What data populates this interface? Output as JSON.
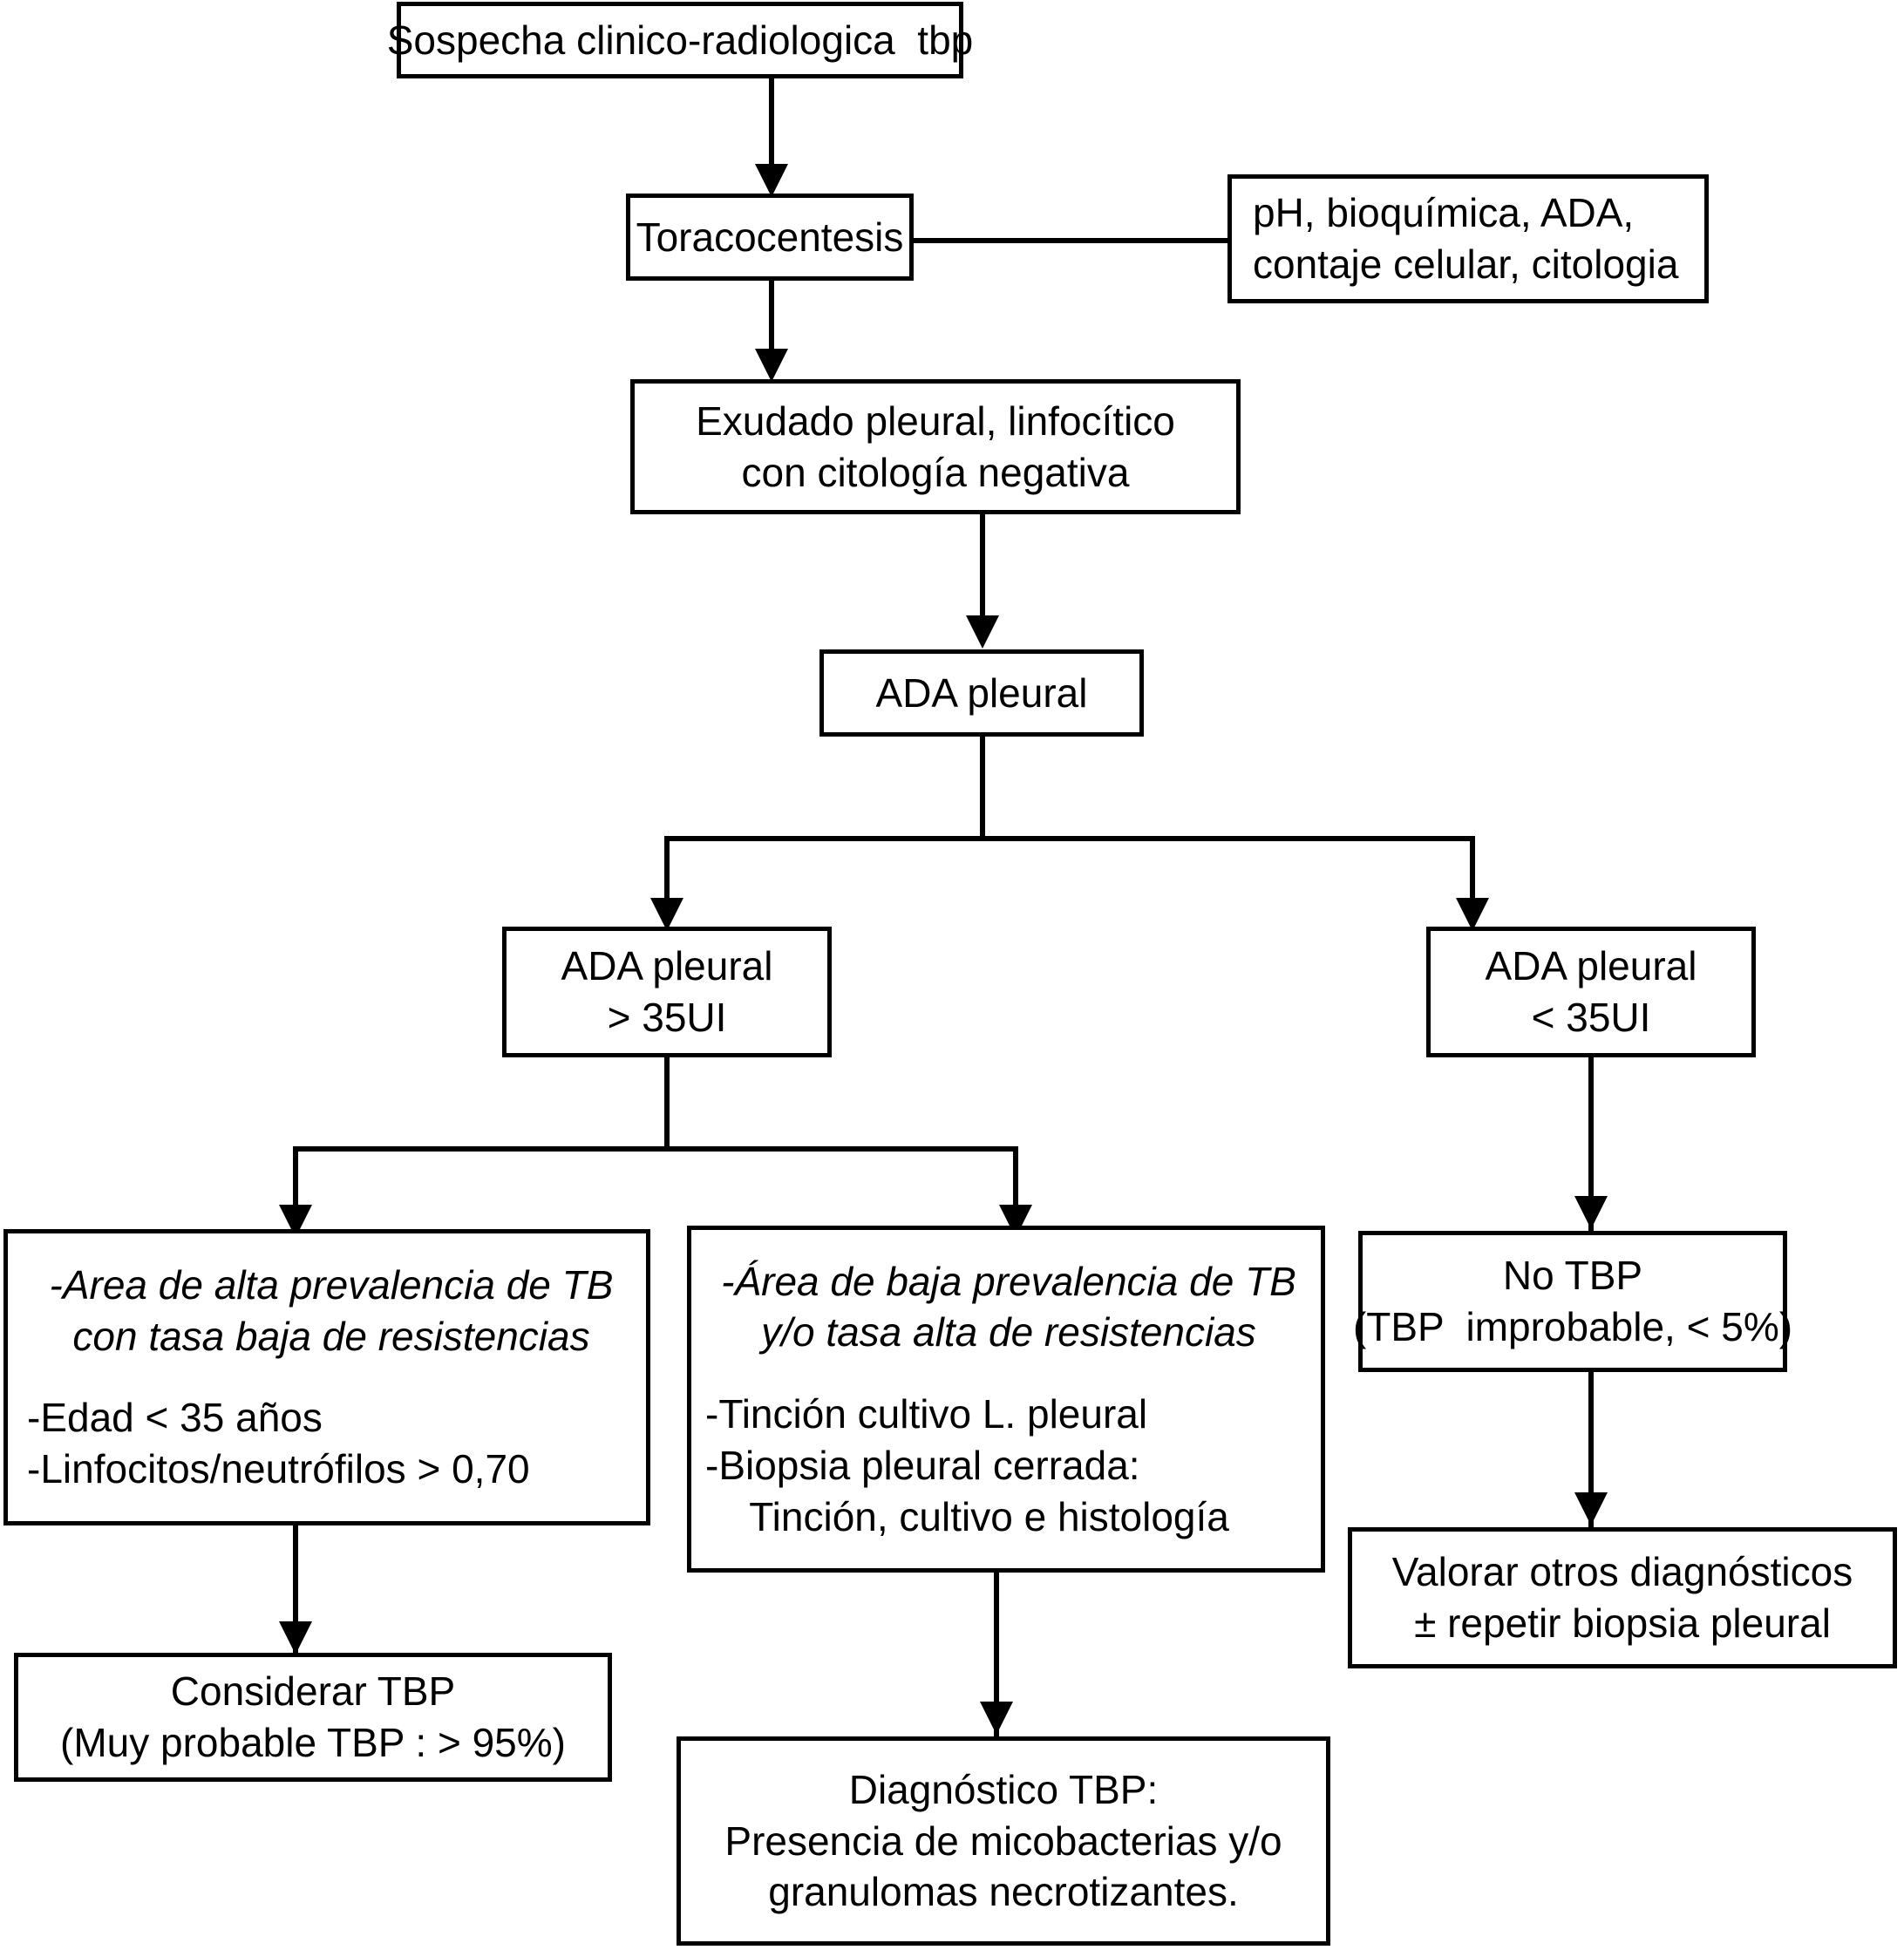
{
  "diagram": {
    "title": "Algoritmo diagnostico de tuberculosis pleural (TBP)",
    "type": "flowchart",
    "line_color": "#000000",
    "box_fill": "#ffffff",
    "nodes": [
      {
        "id": "sospecha",
        "label": "Sospecha clinico-radiologica  tbp",
        "lines": [
          "Sospecha clinico-radiologica  tbp"
        ]
      },
      {
        "id": "toracocentesis",
        "label": "Toracocentesis",
        "lines": [
          "Toracocentesis"
        ]
      },
      {
        "id": "analisis",
        "label": "pH, bioquímica, ADA, contaje celular, citologia",
        "lines": [
          "pH, bioquímica, ADA,",
          "contaje celular, citologia"
        ]
      },
      {
        "id": "exudado",
        "label": "Exudado pleural, linfocítico con citología negativa",
        "lines": [
          "Exudado pleural, linfocítico",
          "con citología negativa"
        ]
      },
      {
        "id": "ada-pleural",
        "label": "ADA pleural",
        "lines": [
          "ADA pleural"
        ]
      },
      {
        "id": "ada-alto",
        "label": "ADA pleural > 35UI",
        "lines": [
          "ADA pleural",
          "> 35UI"
        ]
      },
      {
        "id": "ada-bajo",
        "label": "ADA pleural < 35UI",
        "lines": [
          "ADA pleural",
          "< 35UI"
        ]
      },
      {
        "id": "alta-prevalencia",
        "label": "Area de alta prevalencia de TB con tasa baja de resistencias",
        "italic_lines": [
          "-Area de alta prevalencia de TB",
          "con tasa baja de resistencias"
        ],
        "plain_lines": [
          "-Edad < 35 años",
          "-Linfocitos/neutrófilos > 0,70"
        ]
      },
      {
        "id": "baja-prevalencia",
        "label": "Área de baja prevalencia de TB y/o tasa alta de resistencias",
        "italic_lines": [
          "-Área de baja prevalencia de TB",
          "y/o tasa alta de resistencias"
        ],
        "plain_lines": [
          "-Tinción cultivo L. pleural",
          "-Biopsia pleural cerrada:",
          "    Tinción, cultivo e histología"
        ]
      },
      {
        "id": "no-tbp",
        "label": "No TBP (TBP improbable, < 5%)",
        "lines": [
          "No TBP",
          "(TBP  improbable, < 5%)"
        ]
      },
      {
        "id": "considerar-tbp",
        "label": "Considerar TBP (Muy probable TBP : > 95%)",
        "lines": [
          "Considerar TBP",
          "(Muy probable TBP : > 95%)"
        ]
      },
      {
        "id": "diagnostico-tbp",
        "label": "Diagnóstico TBP: Presencia de micobacterias y/o granulomas necrotizantes.",
        "lines": [
          "Diagnóstico TBP:",
          "Presencia de micobacterias y/o",
          "granulomas necrotizantes."
        ]
      },
      {
        "id": "valorar-otros",
        "label": "Valorar otros diagnósticos ± repetir biopsia pleural",
        "lines": [
          "Valorar otros diagnósticos",
          "± repetir biopsia pleural"
        ]
      }
    ]
  }
}
